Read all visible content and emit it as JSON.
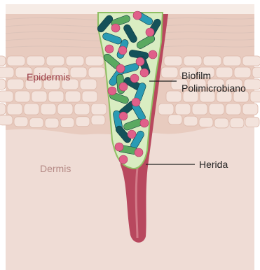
{
  "labels": {
    "epidermis": "Epidermis",
    "dermis": "Dermis",
    "biofilm_line1": "Biofilm",
    "biofilm_line2": "Polimicrobiano",
    "wound": "Herida"
  },
  "colors": {
    "dermis": "#efdcd5",
    "epidermis_base": "#e8cbbf",
    "epidermis_cells": "#f3e3dc",
    "stratum_corneum": "#f6ece6",
    "wound_channel": "#b8485e",
    "biofilm_matrix": "#d9edc2",
    "biofilm_outline": "#8fbf64",
    "bacteria_teal": "#2a9bb4",
    "bacteria_dark": "#15525a",
    "bacteria_green": "#5aa960",
    "cocci_pink": "#e0608a",
    "label_dark": "#222222",
    "label_epidermis": "#9c3e48",
    "label_dermis": "#b58a86"
  }
}
